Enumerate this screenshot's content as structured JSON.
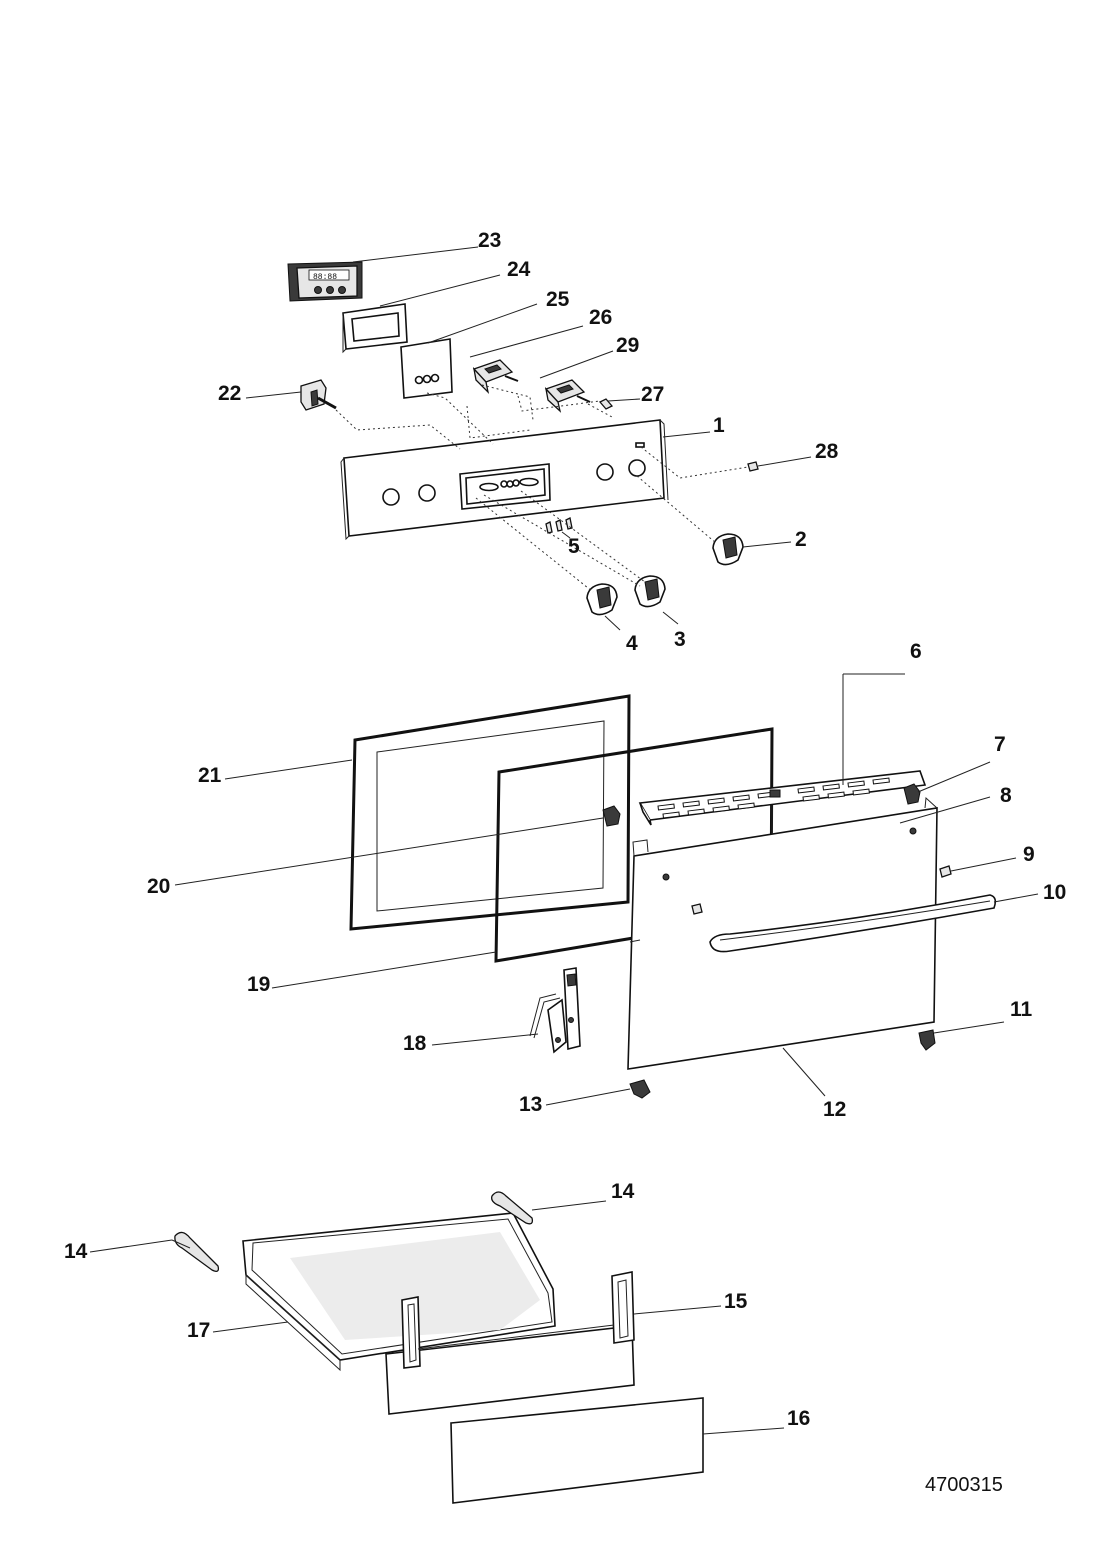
{
  "document_number": "4700315",
  "part_labels": [
    {
      "id": "1",
      "text": "1"
    },
    {
      "id": "2",
      "text": "2"
    },
    {
      "id": "3",
      "text": "3"
    },
    {
      "id": "4",
      "text": "4"
    },
    {
      "id": "5",
      "text": "5"
    },
    {
      "id": "6",
      "text": "6"
    },
    {
      "id": "7",
      "text": "7"
    },
    {
      "id": "8",
      "text": "8"
    },
    {
      "id": "9",
      "text": "9"
    },
    {
      "id": "10",
      "text": "10"
    },
    {
      "id": "11",
      "text": "11"
    },
    {
      "id": "12",
      "text": "12"
    },
    {
      "id": "13",
      "text": "13"
    },
    {
      "id": "14a",
      "text": "14"
    },
    {
      "id": "14b",
      "text": "14"
    },
    {
      "id": "15",
      "text": "15"
    },
    {
      "id": "16",
      "text": "16"
    },
    {
      "id": "17",
      "text": "17"
    },
    {
      "id": "18",
      "text": "18"
    },
    {
      "id": "19",
      "text": "19"
    },
    {
      "id": "20",
      "text": "20"
    },
    {
      "id": "21",
      "text": "21"
    },
    {
      "id": "22",
      "text": "22"
    },
    {
      "id": "23",
      "text": "23"
    },
    {
      "id": "24",
      "text": "24"
    },
    {
      "id": "25",
      "text": "25"
    },
    {
      "id": "26",
      "text": "26"
    },
    {
      "id": "27",
      "text": "27"
    },
    {
      "id": "28",
      "text": "28"
    },
    {
      "id": "29",
      "text": "29"
    }
  ],
  "timer_display_text": "88:88"
}
